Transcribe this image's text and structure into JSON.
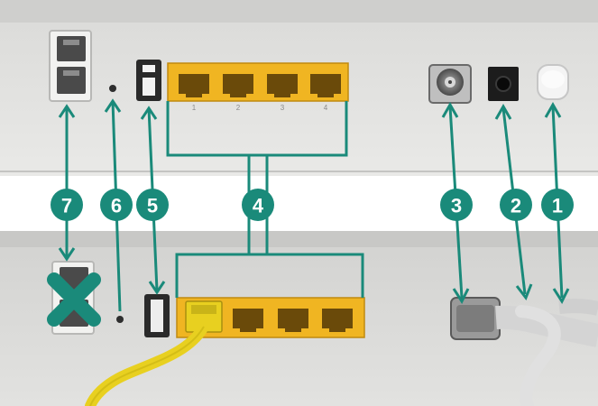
{
  "colors": {
    "accent": "#1a8a7a",
    "port_yellow": "#f0b522",
    "cable_yellow": "#e8d020",
    "panel_top": "#e4e4e2",
    "panel_bottom": "#dcdcda",
    "cable_grey": "#cfcfcf"
  },
  "callouts": [
    {
      "id": "1",
      "label": "1",
      "meaning": "power-button"
    },
    {
      "id": "2",
      "label": "2",
      "meaning": "power-jack"
    },
    {
      "id": "3",
      "label": "3",
      "meaning": "coax-connector"
    },
    {
      "id": "4",
      "label": "4",
      "meaning": "ethernet-ports"
    },
    {
      "id": "5",
      "label": "5",
      "meaning": "usb-port"
    },
    {
      "id": "6",
      "label": "6",
      "meaning": "reset-hole"
    },
    {
      "id": "7",
      "label": "7",
      "meaning": "phone-jack"
    }
  ],
  "ethernet_port_numbers": [
    "1",
    "2",
    "3",
    "4"
  ],
  "icons": {
    "crossed_out": "x-mark-icon",
    "usb": "usb-port-icon",
    "phone": "phone-jack-icon"
  }
}
